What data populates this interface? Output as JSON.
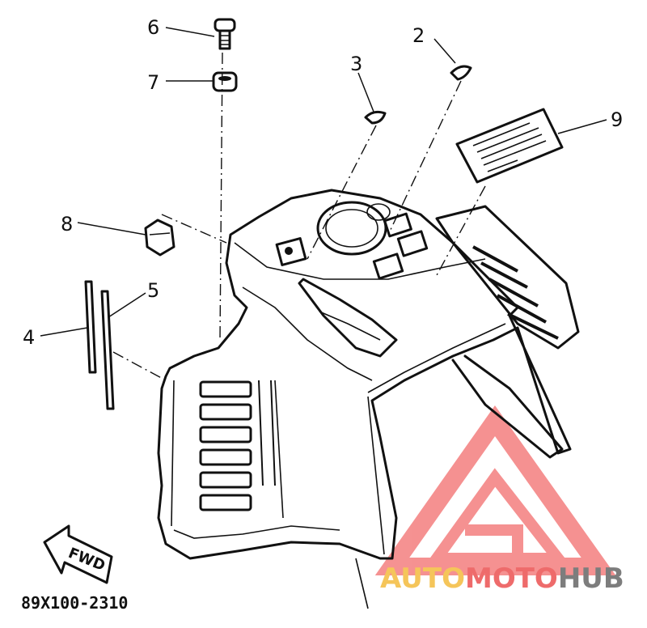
{
  "diagram": {
    "callouts": [
      {
        "id": "1",
        "label": "6"
      },
      {
        "id": "2",
        "label": "2"
      },
      {
        "id": "3",
        "label": "3"
      },
      {
        "id": "4",
        "label": "7"
      },
      {
        "id": "5",
        "label": "9"
      },
      {
        "id": "6",
        "label": "8"
      },
      {
        "id": "7",
        "label": "5"
      },
      {
        "id": "8",
        "label": "4"
      }
    ],
    "fwd_label": "FWD",
    "part_code": "89X100-2310"
  },
  "watermark": {
    "part1": "AUTO",
    "part2": "MOTO",
    "part3": "HUB",
    "colors": {
      "auto": "#f5c55a",
      "moto": "#ee6b6b",
      "hub": "#7d7d7d",
      "logo": "#f26d6d"
    }
  }
}
